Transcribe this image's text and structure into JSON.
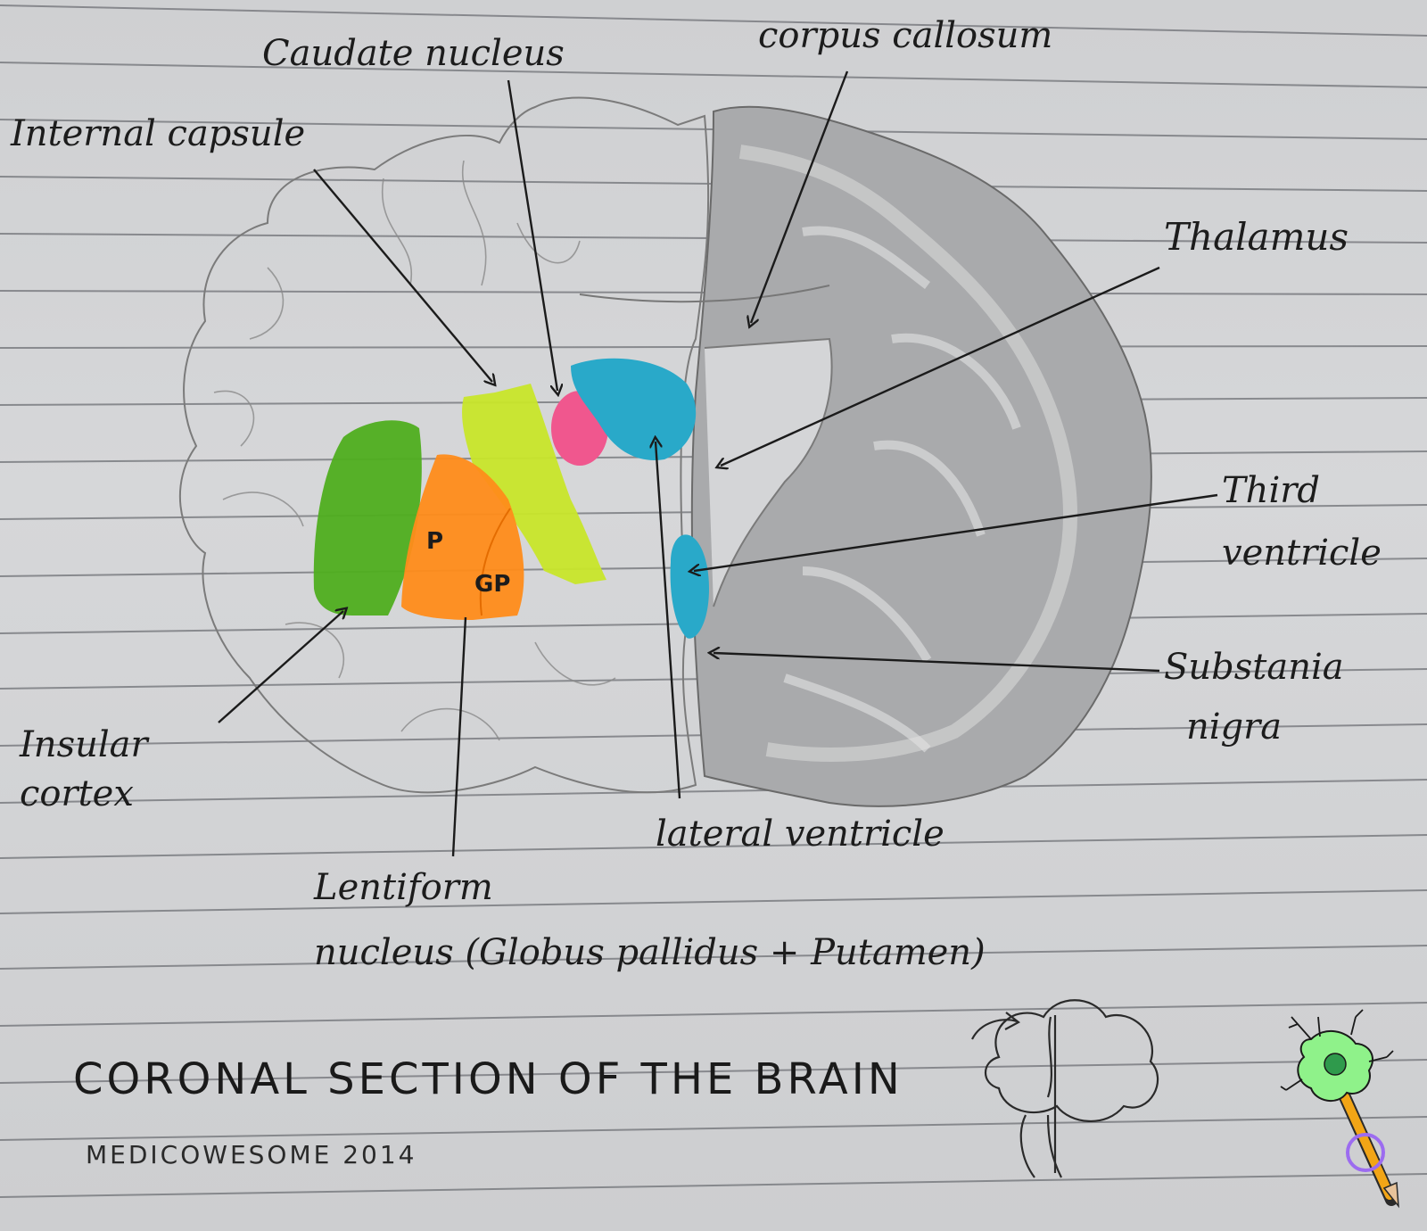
{
  "title": "CORONAL SECTION OF THE BRAIN",
  "credit": "MEDICOWESOME 2014",
  "labels": {
    "caudate_nucleus": "Caudate nucleus",
    "corpus_callosum": "corpus callosum",
    "internal_capsule": "Internal capsule",
    "thalamus": "Thalamus",
    "third_ventricle_line1": "Third",
    "third_ventricle_line2": "ventricle",
    "substantia_nigra_line1": "Substania",
    "substantia_nigra_line2": "nigra",
    "insular_cortex_line1": "Insular",
    "insular_cortex_line2": "cortex",
    "lateral_ventricle": "lateral ventricle",
    "lentiform_line1": "Lentiform",
    "lentiform_line2": "nucleus (Globus pallidus + Putamen)",
    "putamen_abbrev": "P",
    "globus_pallidus_abbrev": "GP"
  },
  "colors": {
    "insular_cortex": "#4fae1f",
    "lentiform": "#ff8c1a",
    "internal_capsule": "#c8e62a",
    "caudate": "#f0578e",
    "ventricle": "#29a9c9",
    "shading": "#8a8a8a",
    "rule_line": "#6f7176"
  }
}
